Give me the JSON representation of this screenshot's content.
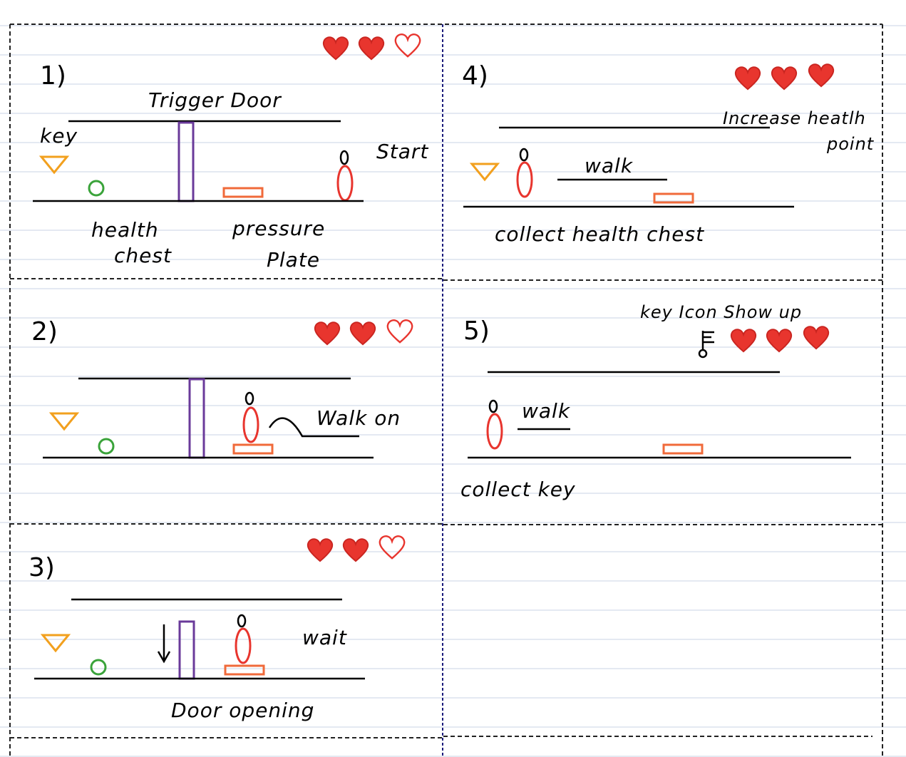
{
  "colors": {
    "ruled_line": "#c9d3e6",
    "panel_border": "#222222",
    "center_divider": "#1a1a7a",
    "ground": "#000000",
    "door": "#6a3a9a",
    "player": "#e8352e",
    "plate": "#f06a3a",
    "key": "#f2a01e",
    "chest": "#3aa33a",
    "heart": "#e8352e",
    "key_icon": "#000000"
  },
  "panels": [
    {
      "number": "1)",
      "hearts": [
        "full",
        "full",
        "empty"
      ],
      "labels": {
        "trigger_door": "Trigger Door",
        "key": "key",
        "start": "Start",
        "health": "health",
        "chest": "chest",
        "pressure": "pressure",
        "plate": "Plate"
      }
    },
    {
      "number": "2)",
      "hearts": [
        "full",
        "full",
        "empty"
      ],
      "labels": {
        "walk_on": "Walk on"
      }
    },
    {
      "number": "3)",
      "hearts": [
        "full",
        "full",
        "empty"
      ],
      "labels": {
        "wait": "wait",
        "door_opening": "Door opening"
      }
    },
    {
      "number": "4)",
      "hearts": [
        "full",
        "full",
        "full"
      ],
      "labels": {
        "increase": "Increase heatlh",
        "point": "point",
        "walk": "walk",
        "collect": "collect health chest"
      }
    },
    {
      "number": "5)",
      "hearts": [
        "full",
        "full",
        "full"
      ],
      "labels": {
        "key_icon_show": "key Icon Show up",
        "walk": "walk",
        "collect": "collect key"
      }
    }
  ]
}
